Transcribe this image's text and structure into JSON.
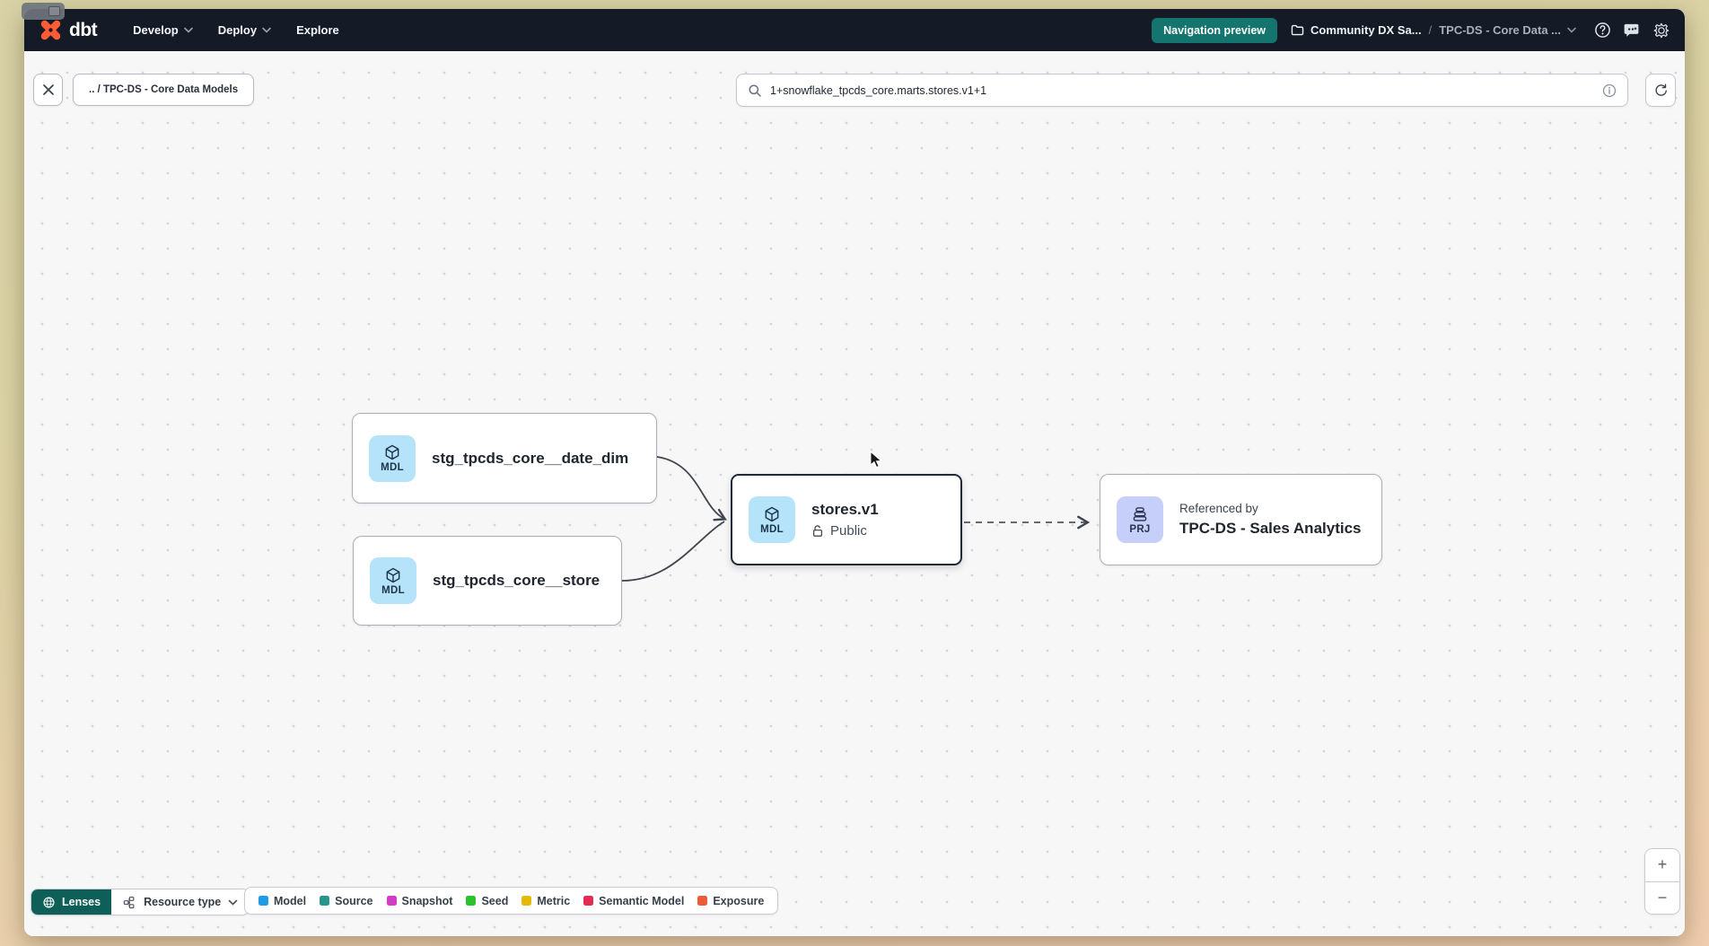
{
  "navbar": {
    "logo_text": "dbt",
    "menu_develop": "Develop",
    "menu_deploy": "Deploy",
    "menu_explore": "Explore",
    "preview_badge": "Navigation preview",
    "breadcrumb_project": "Community DX Sa...",
    "breadcrumb_separator": "/",
    "breadcrumb_current": "TPC-DS - Core Data ..."
  },
  "toolbar": {
    "context_chip": ".. / TPC-DS - Core Data Models",
    "search_value": "1+snowflake_tpcds_core.marts.stores.v1+1"
  },
  "graph": {
    "nodes": {
      "date_dim": {
        "badge": "MDL",
        "label": "stg_tpcds_core__date_dim"
      },
      "store": {
        "badge": "MDL",
        "label": "stg_tpcds_core__store"
      },
      "stores_v1": {
        "badge": "MDL",
        "label": "stores.v1",
        "access": "Public"
      },
      "sales_analytics": {
        "badge": "PRJ",
        "kicker": "Referenced by",
        "label": "TPC-DS - Sales Analytics"
      }
    }
  },
  "footer": {
    "lenses_label": "Lenses",
    "resource_type_label": "Resource type",
    "legend": [
      {
        "label": "Model",
        "color": "#1e9be2"
      },
      {
        "label": "Source",
        "color": "#26968c"
      },
      {
        "label": "Snapshot",
        "color": "#d33cc5"
      },
      {
        "label": "Seed",
        "color": "#2bc22d"
      },
      {
        "label": "Metric",
        "color": "#e3b90c"
      },
      {
        "label": "Semantic Model",
        "color": "#e42b54"
      },
      {
        "label": "Exposure",
        "color": "#eb5c3a"
      }
    ]
  },
  "zoom_controls": {
    "zoom_in": "+",
    "zoom_out": "−"
  },
  "colors": {
    "navbar_bg": "#141a26",
    "accent_teal": "#13756d",
    "dbt_orange": "#ff5c35",
    "model_badge_bg": "#b5e3fa",
    "project_badge_bg": "#c6cff9"
  }
}
